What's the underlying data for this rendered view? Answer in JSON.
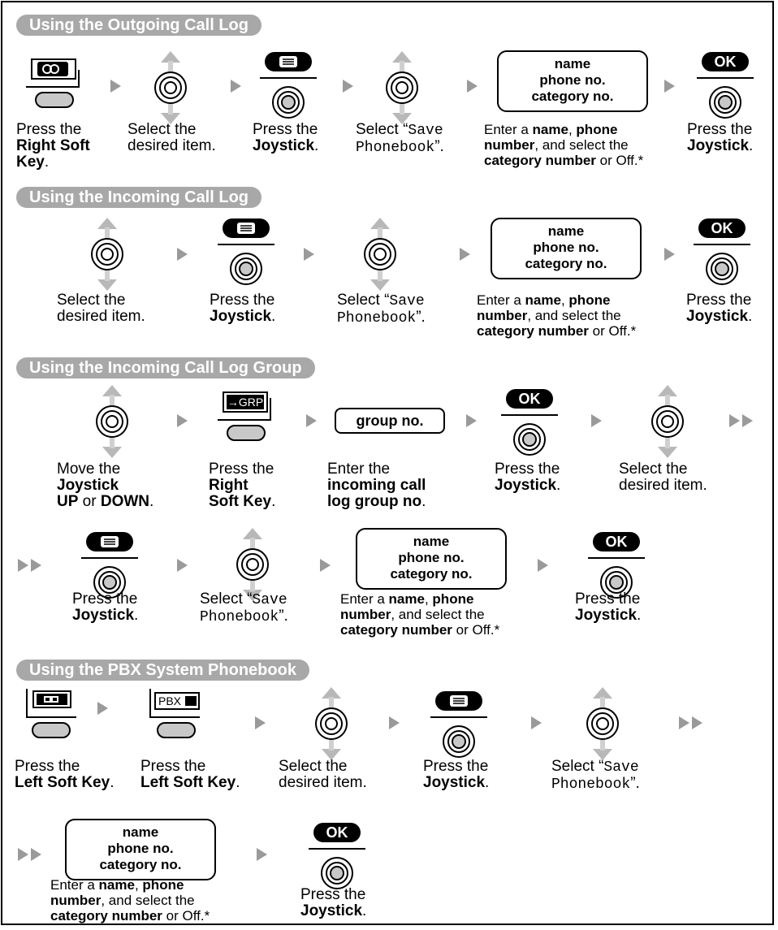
{
  "sections": {
    "outgoing": {
      "title": "Using the Outgoing Call Log",
      "s1": [
        "Press the",
        "Right Soft",
        "Key",
        "."
      ],
      "s2": [
        "Select the",
        "desired item."
      ],
      "s3": [
        "Press the",
        "Joystick",
        "."
      ],
      "s4": [
        "Select “",
        "Save",
        "Phonebook",
        "”."
      ],
      "s5": [
        "Enter a ",
        "name",
        ", ",
        "phone",
        "number",
        ", and select the",
        "category number",
        " or Off.*"
      ],
      "s6": [
        "Press the",
        "Joystick",
        "."
      ]
    },
    "incoming": {
      "title": "Using the Incoming Call Log",
      "s1": [
        "Select the",
        "desired item."
      ],
      "s2": [
        "Press the",
        "Joystick",
        "."
      ],
      "s3": [
        "Select “",
        "Save",
        "Phonebook",
        "”."
      ],
      "s4": [
        "Enter a ",
        "name",
        ", ",
        "phone",
        "number",
        ", and select the",
        "category number",
        " or Off.*"
      ],
      "s5": [
        "Press the",
        "Joystick",
        "."
      ]
    },
    "group": {
      "title": "Using the Incoming Call Log Group",
      "s1": [
        "Move the",
        "Joystick",
        "UP",
        " or ",
        "DOWN",
        "."
      ],
      "s2": [
        "Press the",
        "Right",
        "Soft Key",
        "."
      ],
      "s3": [
        "Enter the",
        "incoming call",
        "log group no",
        "."
      ],
      "s4": [
        "Press the",
        "Joystick",
        "."
      ],
      "s5": [
        "Select the",
        "desired item."
      ],
      "s6": [
        "Press the",
        "Joystick",
        "."
      ],
      "s7": [
        "Select “",
        "Save",
        "Phonebook",
        "”."
      ],
      "s8": [
        "Enter a ",
        "name",
        ", ",
        "phone",
        "number",
        ", and select the",
        "category number",
        " or Off.*"
      ],
      "s9": [
        "Press the",
        "Joystick",
        "."
      ]
    },
    "pbx": {
      "title": "Using the PBX System Phonebook",
      "s1": [
        "Press the",
        "Left Soft Key",
        "."
      ],
      "s2": [
        "Press the",
        "Left Soft Key",
        "."
      ],
      "s3": [
        "Select the",
        "desired item."
      ],
      "s4": [
        "Press the",
        "Joystick",
        "."
      ],
      "s5": [
        "Select “",
        "Save",
        "Phonebook",
        "”."
      ],
      "s6": [
        "Enter a ",
        "name",
        ", ",
        "phone",
        "number",
        ", and select the",
        "category number",
        " or Off.*"
      ],
      "s7": [
        "Press the",
        "Joystick",
        "."
      ]
    }
  },
  "display": {
    "name": "name",
    "phone": "phone no.",
    "category": "category no."
  },
  "group_box": "group no.",
  "ok_label": "OK",
  "grp_label": "→GRP",
  "pbx_label": "PBX",
  "icons": {
    "joystick": "joystick-updown-icon",
    "menu": "joystick-center-press-icon",
    "ok": "ok-press-icon",
    "soft": "soft-key-icon"
  },
  "colors": {
    "header_bg": "#a8a8a8",
    "arrow": "#9a9a9a",
    "icon_grey": "#c8c8c8"
  }
}
